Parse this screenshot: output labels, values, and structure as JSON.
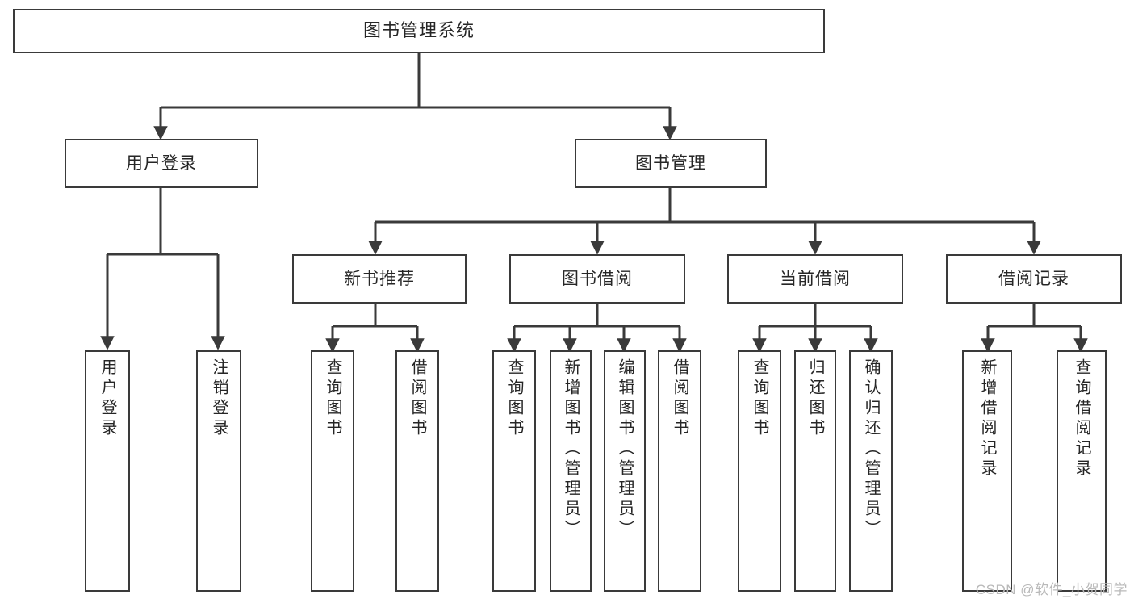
{
  "diagram": {
    "title": "图书管理系统",
    "watermark": "CSDN @软件_小贺同学",
    "colors": {
      "box_border": "#3a3a3a",
      "connector": "#3a3a3a",
      "text": "#262626",
      "background": "#ffffff",
      "watermark": "#b9b9b9"
    },
    "root": {
      "label": "图书管理系统"
    },
    "level2": [
      {
        "label": "用户登录"
      },
      {
        "label": "图书管理"
      }
    ],
    "level3": [
      {
        "label": "新书推荐"
      },
      {
        "label": "图书借阅"
      },
      {
        "label": "当前借阅"
      },
      {
        "label": "借阅记录"
      }
    ],
    "leaves": {
      "user_login": [
        {
          "label": "用户登录"
        },
        {
          "label": "注销登录"
        }
      ],
      "new_book_recommend": [
        {
          "label": "查询图书"
        },
        {
          "label": "借阅图书"
        }
      ],
      "book_borrow": [
        {
          "label": "查询图书"
        },
        {
          "label": "新增图书（管理员）"
        },
        {
          "label": "编辑图书（管理员）"
        },
        {
          "label": "借阅图书"
        }
      ],
      "current_borrow": [
        {
          "label": "查询图书"
        },
        {
          "label": "归还图书"
        },
        {
          "label": "确认归还（管理员）"
        }
      ],
      "borrow_record": [
        {
          "label": "新增借阅记录"
        },
        {
          "label": "查询借阅记录"
        }
      ]
    }
  }
}
